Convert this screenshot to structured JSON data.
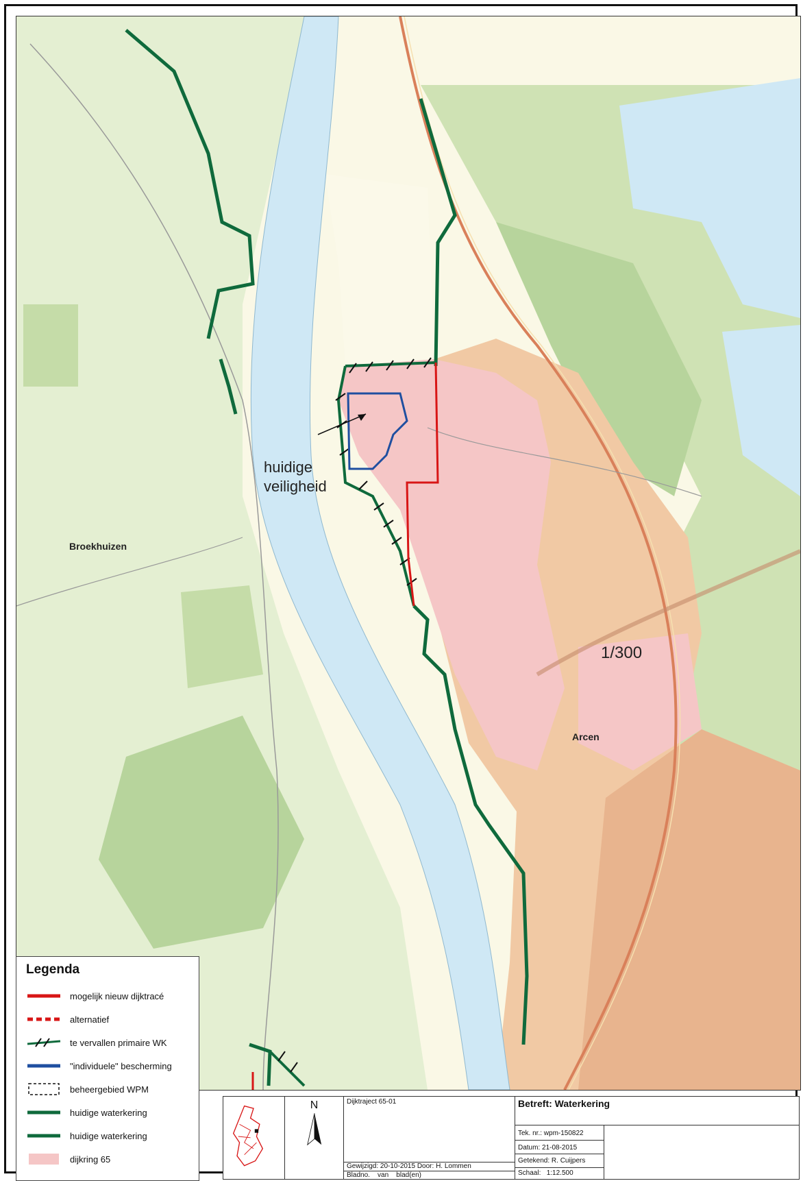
{
  "map": {
    "labels": {
      "broekhuizen": "Broekhuizen",
      "arcen": "Arcen",
      "huidige_veiligheid_line1": "huidige",
      "huidige_veiligheid_line2": "veiligheid",
      "safety_norm": "1/300"
    },
    "colors": {
      "river": "#cfe8f5",
      "grass_light": "#e4efd2",
      "grass_mid": "#d2e6b4",
      "forest": "#b7d49c",
      "farmland": "#faf8e6",
      "built_area": "#f1c9a4",
      "dijkring": "#f5c6c6",
      "green_waterkering": "#0f6a3c",
      "red_new_trace": "#d81616",
      "blue_protection": "#1f4fa0",
      "highway": "#d9805a"
    }
  },
  "legend": {
    "title": "Legenda",
    "items": [
      {
        "label": "mogelijk nieuw dijktracé",
        "symbol": "red-line"
      },
      {
        "label": "alternatief",
        "symbol": "red-dashed-line"
      },
      {
        "label": "te vervallen primaire WK",
        "symbol": "hatched-line"
      },
      {
        "label": "\"individuele\" bescherming",
        "symbol": "blue-line"
      },
      {
        "label": "beheergebied WPM",
        "symbol": "dashed-box"
      },
      {
        "label": "huidige waterkering",
        "symbol": "green-line"
      },
      {
        "label": "huidige waterkering",
        "symbol": "green-line"
      },
      {
        "label": "dijkring 65",
        "symbol": "pink-area"
      }
    ]
  },
  "titleblock": {
    "north": "N",
    "project": "Dijktraject 65-01",
    "subject": "Betreft: Waterkering",
    "tek_nr": "Tek. nr.: wpm-150822",
    "datum": "Datum: 21-08-2015",
    "gewijzigd": "Gewijzigd: 20-10-2015 Door: H. Lommen",
    "getekend": "Getekend: R. Cuijpers",
    "bladno": "Bladno.",
    "van": "van",
    "bladen": "blad(en)",
    "schaal_label": "Schaal:",
    "schaal_value": "1:12.500"
  }
}
